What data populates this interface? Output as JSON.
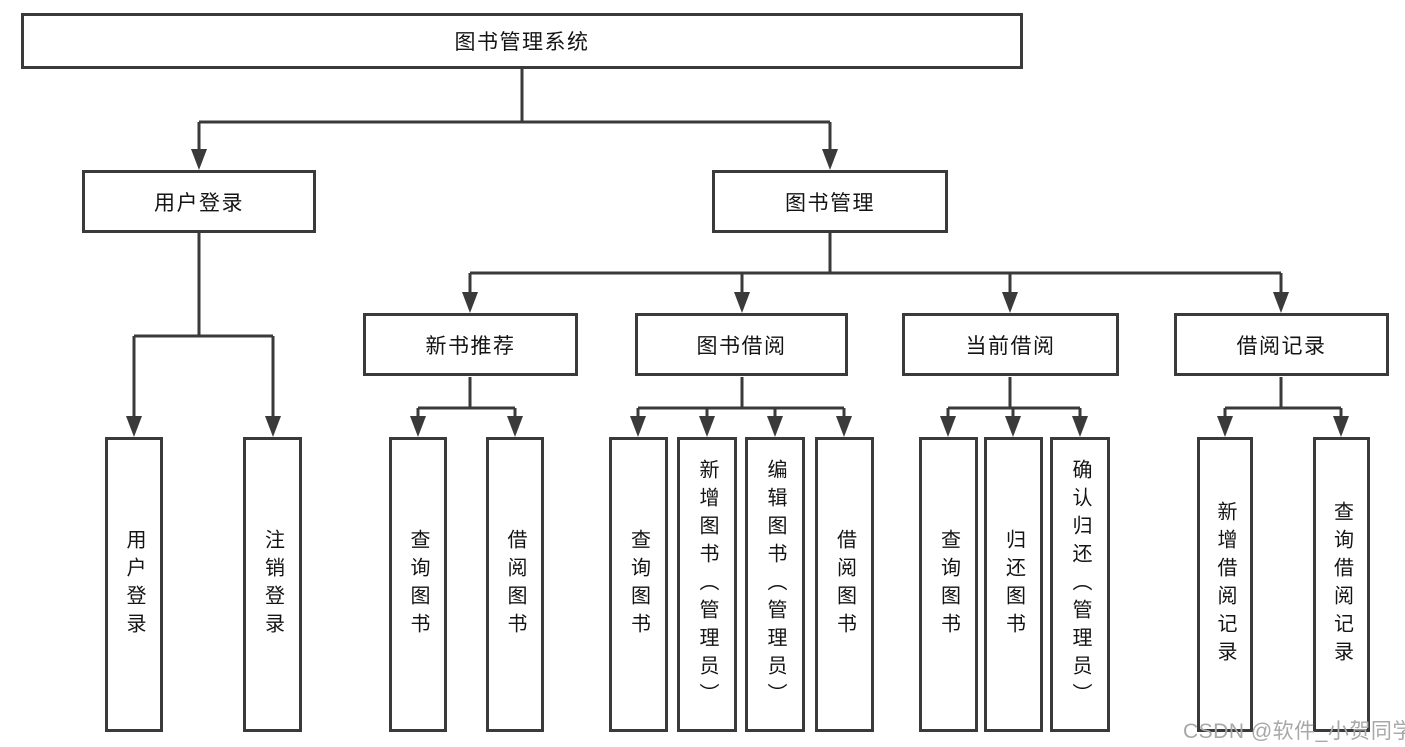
{
  "diagram": {
    "type": "hierarchy-tree",
    "colors": {
      "background": "#ffffff",
      "line": "#3a3a3a",
      "box_border": "#3a3a3a",
      "box_fill": "#ffffff",
      "text": "#141414",
      "watermark": "#a8a8a8"
    },
    "nodes": {
      "root": {
        "label": "图书管理系统",
        "parent": null
      },
      "user_login": {
        "label": "用户登录",
        "parent": "root"
      },
      "book_mgmt": {
        "label": "图书管理",
        "parent": "root"
      },
      "new_books": {
        "label": "新书推荐",
        "parent": "book_mgmt"
      },
      "borrowing": {
        "label": "图书借阅",
        "parent": "book_mgmt"
      },
      "current_borrow": {
        "label": "当前借阅",
        "parent": "book_mgmt"
      },
      "borrow_records": {
        "label": "借阅记录",
        "parent": "book_mgmt"
      },
      "leaf_user_login": {
        "label": "用户登录",
        "parent": "user_login"
      },
      "leaf_logout": {
        "label": "注销登录",
        "parent": "user_login"
      },
      "leaf_nb_query": {
        "label": "查询图书",
        "parent": "new_books"
      },
      "leaf_nb_borrow": {
        "label": "借阅图书",
        "parent": "new_books"
      },
      "leaf_bb_query": {
        "label": "查询图书",
        "parent": "borrowing"
      },
      "leaf_bb_add": {
        "label": "新增图书（管理员）",
        "parent": "borrowing"
      },
      "leaf_bb_edit": {
        "label": "编辑图书（管理员）",
        "parent": "borrowing"
      },
      "leaf_bb_borrow": {
        "label": "借阅图书",
        "parent": "borrowing"
      },
      "leaf_cb_query": {
        "label": "查询图书",
        "parent": "current_borrow"
      },
      "leaf_cb_return": {
        "label": "归还图书",
        "parent": "current_borrow"
      },
      "leaf_cb_confirm": {
        "label": "确认归还（管理员）",
        "parent": "current_borrow"
      },
      "leaf_br_add": {
        "label": "新增借阅记录",
        "parent": "borrow_records"
      },
      "leaf_br_query": {
        "label": "查询借阅记录",
        "parent": "borrow_records"
      }
    }
  },
  "watermark": {
    "text": "CSDN @软件_小贺同学"
  }
}
